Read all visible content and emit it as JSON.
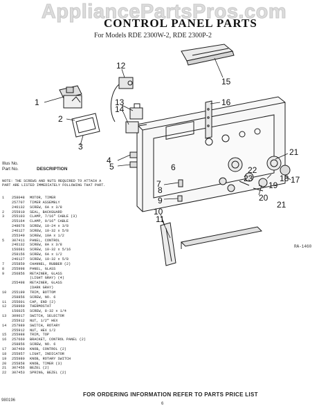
{
  "watermark": "AppliancePartsPros.com",
  "title": "CONTROL PANEL PARTS",
  "subtitle": "For Models RDE 2300W-2, RDE 2300P-2",
  "callouts": [
    "1",
    "2",
    "3",
    "4",
    "5",
    "6",
    "7",
    "8",
    "9",
    "10",
    "11",
    "12",
    "13",
    "14",
    "15",
    "16",
    "17",
    "18",
    "19",
    "20",
    "21",
    "21",
    "22",
    "23"
  ],
  "ref_code": "RA-1460",
  "table_header": {
    "illus": "Illus No.",
    "part": "Part No.",
    "description": "DESCRIPTION"
  },
  "note": "NOTE: THE SCREWS AND NUTS REQUIRED TO ATTACH A PART ARE LISTED IMMEDIATELY FOLLOWING THAT PART.",
  "parts": [
    {
      "ill": "1",
      "pn": "258048",
      "ds": "MOTOR, TIMER"
    },
    {
      "ill": "",
      "pn": "257707",
      "ds": "TIMER ASSEMBLY"
    },
    {
      "ill": "",
      "pn": "246132",
      "ds": "SCREW, 6A x 3/8"
    },
    {
      "ill": "2",
      "pn": "255910",
      "ds": "SEAL, BACKGUARD"
    },
    {
      "ill": "3",
      "pn": "255103",
      "ds": "CLAMP, 7/16\" CABLE (3)"
    },
    {
      "ill": "",
      "pn": "255164",
      "ds": "CLAMP, 9/16\" CABLE"
    },
    {
      "ill": "",
      "pn": "248076",
      "ds": "SCREW, 10-24 x 3/8"
    },
    {
      "ill": "",
      "pn": "246127",
      "ds": "SCREW, 10-32 x 5/8"
    },
    {
      "ill": "",
      "pn": "255349",
      "ds": "SCREW, 10A x 1/2"
    },
    {
      "ill": "5",
      "pn": "307411",
      "ds": "PANEL, CONTROL"
    },
    {
      "ill": "",
      "pn": "246132",
      "ds": "SCREW, 8A x 3/8"
    },
    {
      "ill": "",
      "pn": "156681",
      "ds": "SCREW, 10-32 x 5/16"
    },
    {
      "ill": "",
      "pn": "258156",
      "ds": "SCREW, 6A x 1/2"
    },
    {
      "ill": "",
      "pn": "246127",
      "ds": "SCREW, 10-32 x 5/8"
    },
    {
      "ill": "7",
      "pn": "255859",
      "ds": "CHANNEL, RUBBER (2)"
    },
    {
      "ill": "8",
      "pn": "255998",
      "ds": "PANEL, GLASS"
    },
    {
      "ill": "9",
      "pn": "256856",
      "ds": "RETAINER, GLASS"
    },
    {
      "ill": "",
      "pn": "",
      "ds": "(LIGHT GRAY) (4)"
    },
    {
      "ill": "",
      "pn": "255498",
      "ds": "RETAINER, GLASS"
    },
    {
      "ill": "",
      "pn": "",
      "ds": "(DARK GRAY)"
    },
    {
      "ill": "10",
      "pn": "255199",
      "ds": "TRIM, BOTTOM"
    },
    {
      "ill": "",
      "pn": "258856",
      "ds": "SCREW, NO. 6"
    },
    {
      "ill": "11",
      "pn": "255601",
      "ds": "CAP, END (2)"
    },
    {
      "ill": "12",
      "pn": "258960",
      "ds": "THERMOSTAT"
    },
    {
      "ill": "",
      "pn": "156025",
      "ds": "SCREW, 8-32 x 1/4"
    },
    {
      "ill": "13",
      "pn": "309017",
      "ds": "SWITCH, SELECTOR"
    },
    {
      "ill": "",
      "pn": "255912",
      "ds": "NUT, 1/2\" HEX"
    },
    {
      "ill": "14",
      "pn": "257989",
      "ds": "SWITCH, ROTARY"
    },
    {
      "ill": "",
      "pn": "255912",
      "ds": "NUT, HEX 1/2"
    },
    {
      "ill": "15",
      "pn": "255988",
      "ds": "TRIM, TOP"
    },
    {
      "ill": "16",
      "pn": "257660",
      "ds": "BRACKET, CONTROL PANEL (2)"
    },
    {
      "ill": "",
      "pn": "258856",
      "ds": "SCREW, NO. 6"
    },
    {
      "ill": "17",
      "pn": "307460",
      "ds": "KNOB, CONTROL (2)"
    },
    {
      "ill": "18",
      "pn": "255957",
      "ds": "LIGHT, INDICATOR"
    },
    {
      "ill": "19",
      "pn": "255980",
      "ds": "KNOB, ROTARY SWITCH"
    },
    {
      "ill": "20",
      "pn": "255858",
      "ds": "KNOB, TIMER (3)"
    },
    {
      "ill": "21",
      "pn": "307456",
      "ds": "BEZEL (2)"
    },
    {
      "ill": "22",
      "pn": "307453",
      "ds": "SPRING, BEZEL (2)"
    }
  ],
  "footer": "FOR ORDERING INFORMATION REFER TO PARTS PRICE LIST",
  "page_number": "6",
  "doc_code": "980196"
}
